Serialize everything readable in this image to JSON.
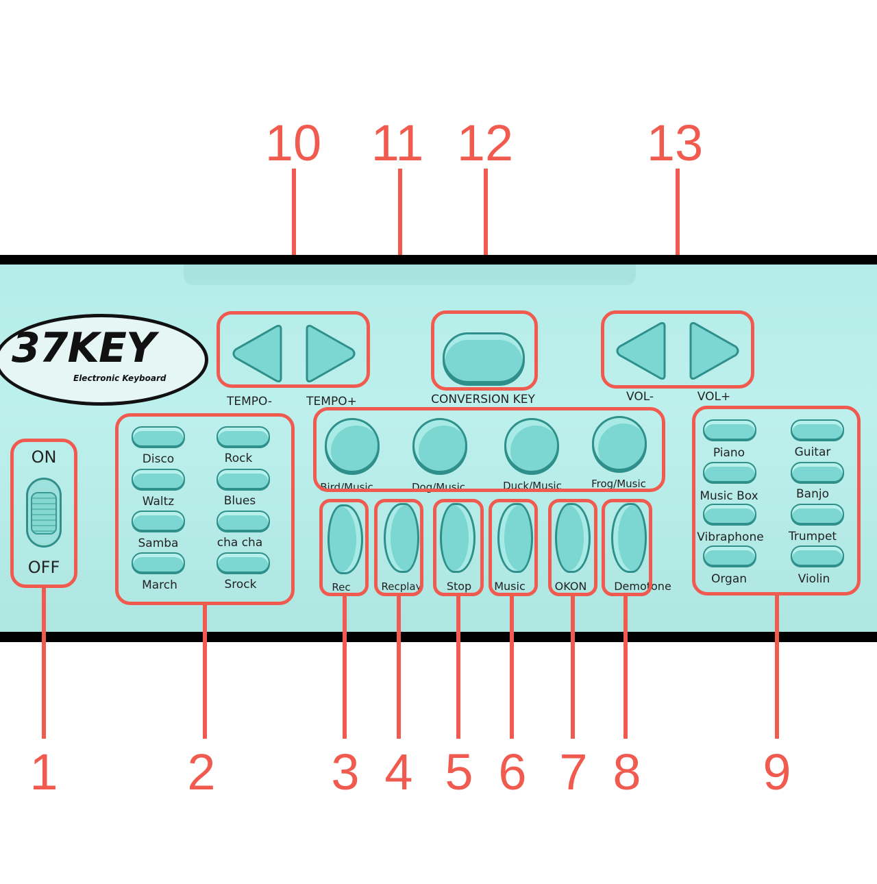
{
  "callouts": [
    "1",
    "2",
    "3",
    "4",
    "5",
    "6",
    "7",
    "8",
    "9",
    "10",
    "11",
    "12",
    "13"
  ],
  "logo": {
    "title": "37KEY",
    "subtitle": "Electronic Keyboard"
  },
  "power": {
    "on": "ON",
    "off": "OFF"
  },
  "rhythms": [
    "Disco",
    "Rock",
    "Waltz",
    "Blues",
    "Samba",
    "cha cha",
    "March",
    "Srock"
  ],
  "tempo": {
    "minus": "TEMPO-",
    "plus": "TEMPO+"
  },
  "conversion_key": "CONVERSION KEY",
  "volume": {
    "minus": "VOL-",
    "plus": "VOL+"
  },
  "animal_sounds": [
    "Bird/Music",
    "Dog/Music",
    "Duck/Music",
    "Frog/Music"
  ],
  "function_keys": [
    "Rec",
    "Recplay",
    "Stop",
    "Music",
    "OKON",
    "Demotone"
  ],
  "instruments": [
    "Piano",
    "Guitar",
    "Music Box",
    "Banjo",
    "Vibraphone",
    "Trumpet",
    "Organ",
    "Violin"
  ],
  "colors": {
    "callout": "#f05a4f",
    "panel": "#b5ece9",
    "button": "#7cd6d1",
    "border": "#000000"
  }
}
